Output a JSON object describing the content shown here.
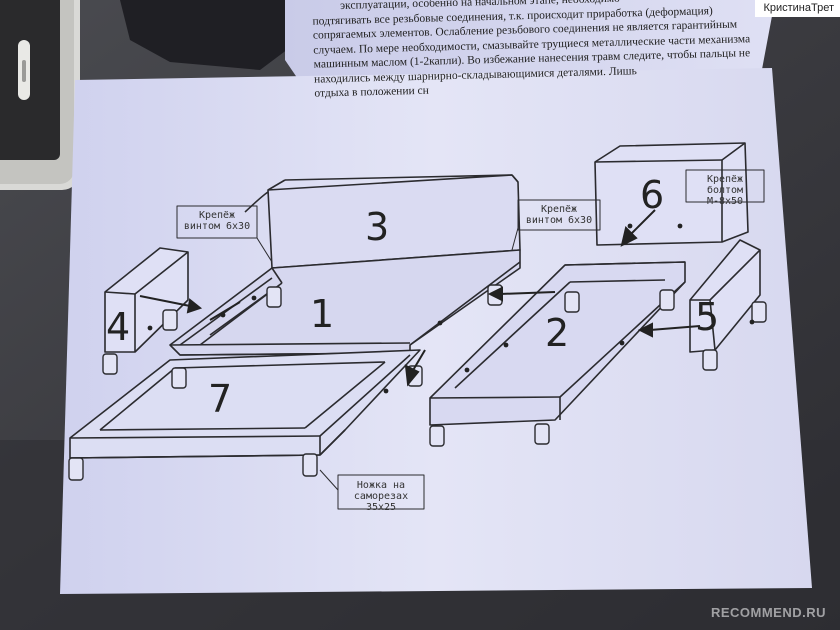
{
  "header_text_lines": [
    "эксплуатации, особенно на начальном этапе, необходимо",
    "подтягивать все резьбовые соединения, т.к. происходит приработка (деформация)",
    "сопрягаемых элементов. Ослабление резьбового соединения не является гарантийным",
    "случаем. По мере необходимости, смазывайте трущиеся металлические части механизма",
    "машинным маслом (1-2капли). Во избежание нанесения травм следите, чтобы пальцы не",
    "находились между шарнирно-складывающимися деталями. Лишь",
    "отдыха в положении сн"
  ],
  "part_numbers": {
    "p1": "1",
    "p2": "2",
    "p3": "3",
    "p4": "4",
    "p5": "5",
    "p6": "6",
    "p7": "7"
  },
  "notes": {
    "fastener_left": [
      "Крепёж",
      "винтом 6х30"
    ],
    "fastener_right": [
      "Крепёж",
      "винтом 6х30"
    ],
    "fastener_bolt": [
      "Крепёж",
      "болтом М-8х50"
    ],
    "leg": [
      "Ножка на",
      "саморезах 35х25"
    ]
  },
  "user_tag": "КристинаТрет",
  "watermark": "RECOMMEND.RU"
}
